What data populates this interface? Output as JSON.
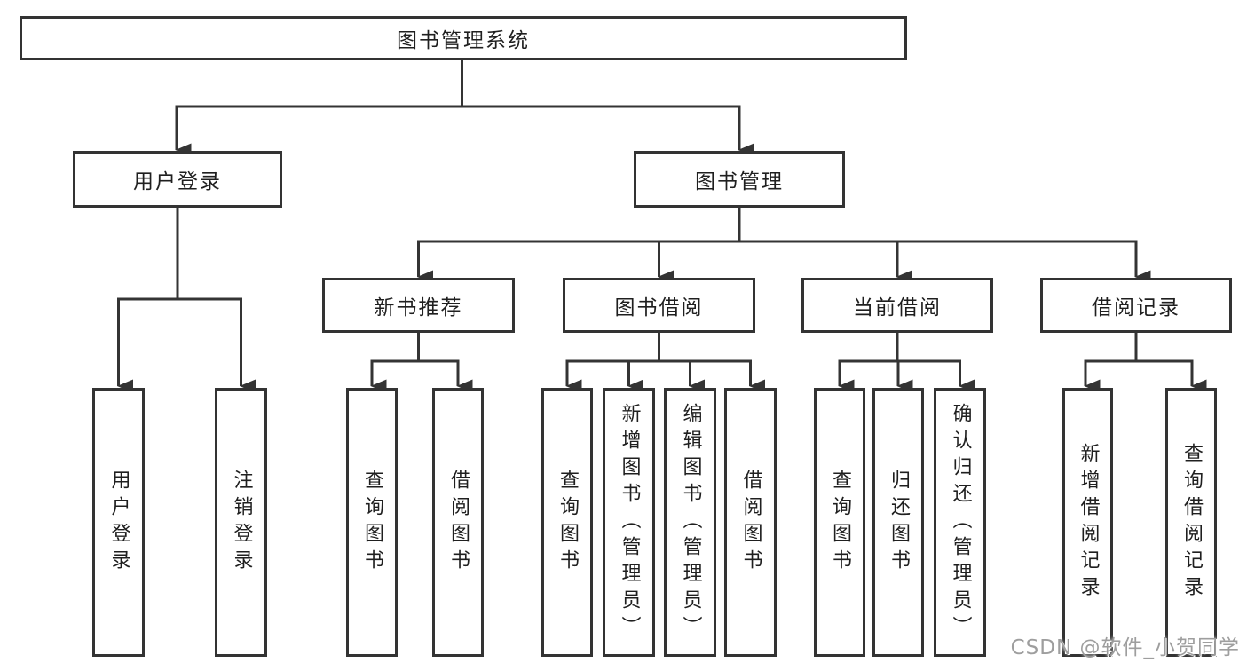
{
  "page": {
    "background": "#ffffff"
  },
  "colors": {
    "box_border": "#333333",
    "connector_line": "#343434",
    "arrowhead": "#343434",
    "text": "#1f1f1f",
    "watermark_text": "#9e9e9e"
  },
  "watermark": "CSDN @软件_小贺同学",
  "tree": {
    "label": "图书管理系统",
    "children": [
      {
        "label": "用户登录",
        "children": [
          {
            "label": "用户登录"
          },
          {
            "label": "注销登录"
          }
        ]
      },
      {
        "label": "图书管理",
        "children": [
          {
            "label": "新书推荐",
            "children": [
              {
                "label": "查询图书"
              },
              {
                "label": "借阅图书"
              }
            ]
          },
          {
            "label": "图书借阅",
            "children": [
              {
                "label": "查询图书"
              },
              {
                "label": "新增图书（管理员）"
              },
              {
                "label": "编辑图书（管理员）"
              },
              {
                "label": "借阅图书"
              }
            ]
          },
          {
            "label": "当前借阅",
            "children": [
              {
                "label": "查询图书"
              },
              {
                "label": "归还图书"
              },
              {
                "label": "确认归还（管理员）"
              }
            ]
          },
          {
            "label": "借阅记录",
            "children": [
              {
                "label": "新增借阅记录"
              },
              {
                "label": "查询借阅记录"
              }
            ]
          }
        ]
      }
    ]
  }
}
